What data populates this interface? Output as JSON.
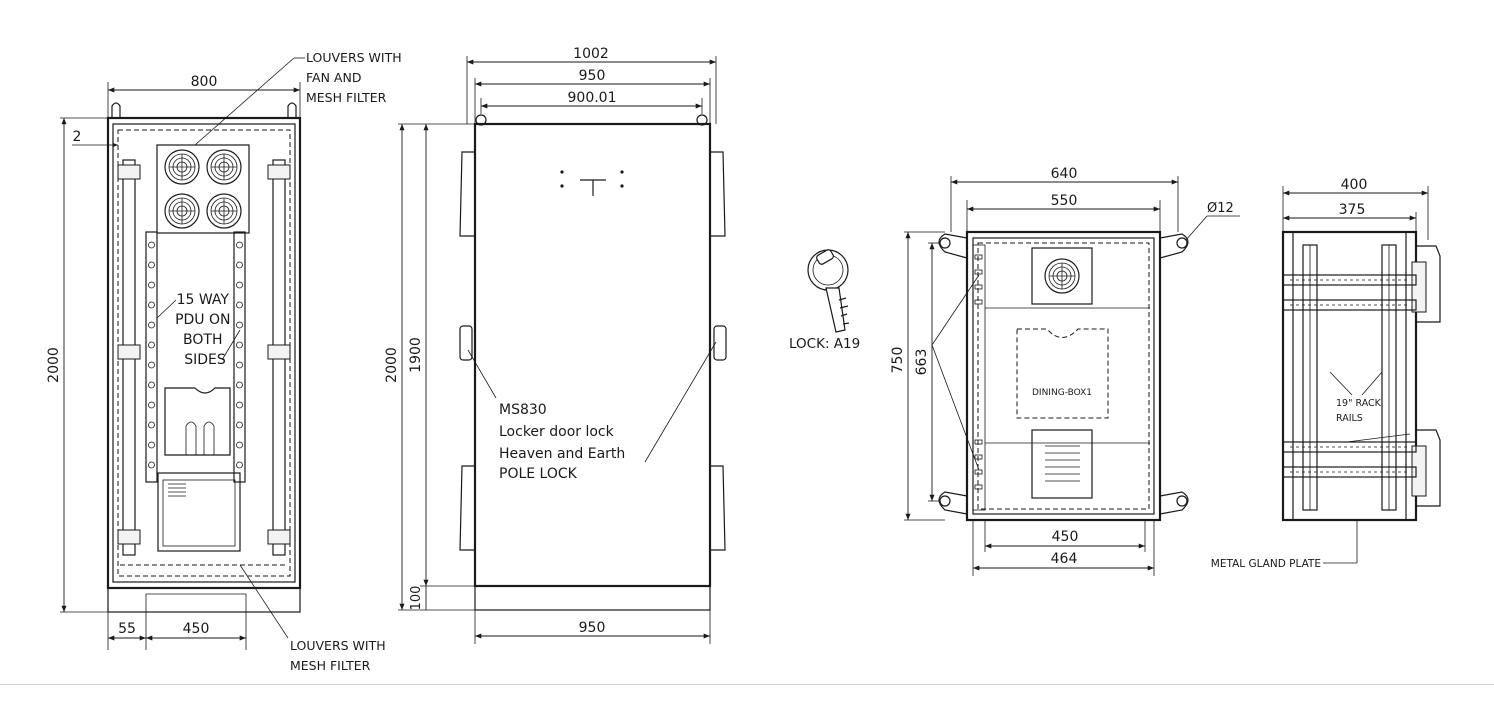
{
  "views": {
    "front_internal": {
      "dims": {
        "width_top": "800",
        "height_left": "2000",
        "offset_top_left": "2",
        "bottom_left": "55",
        "bottom_mid": "450"
      },
      "callouts": {
        "louvers_fan": [
          "LOUVERS WITH",
          "FAN AND",
          "MESH FILTER"
        ],
        "pdu": [
          "15 WAY",
          "PDU ON",
          "BOTH",
          "SIDES"
        ],
        "louvers_mesh": [
          "LOUVERS WITH",
          "MESH FILTER"
        ]
      }
    },
    "front_door": {
      "dims": {
        "top_overall": "1002",
        "top_mid": "950",
        "top_inner": "900.01",
        "left_overall": "2000",
        "left_body": "1900",
        "left_base": "100",
        "bottom": "950"
      },
      "lock_callout": [
        "MS830",
        "Locker door lock",
        "Heaven and Earth",
        "POLE LOCK"
      ]
    },
    "key": {
      "label": "LOCK: A19"
    },
    "wall_box_front": {
      "dims": {
        "top_overall": "640",
        "top_inner": "550",
        "hole": "Ø12",
        "left_overall": "750",
        "left_inner": "663",
        "bottom_inner": "450",
        "bottom_overall": "464"
      },
      "internal_label": "DINING-BOX1"
    },
    "wall_box_side": {
      "dims": {
        "top_overall": "400",
        "top_inner": "375"
      },
      "rails_label": [
        "19\" RACK",
        "RAILS"
      ],
      "gland_label": "METAL GLAND PLATE"
    }
  }
}
